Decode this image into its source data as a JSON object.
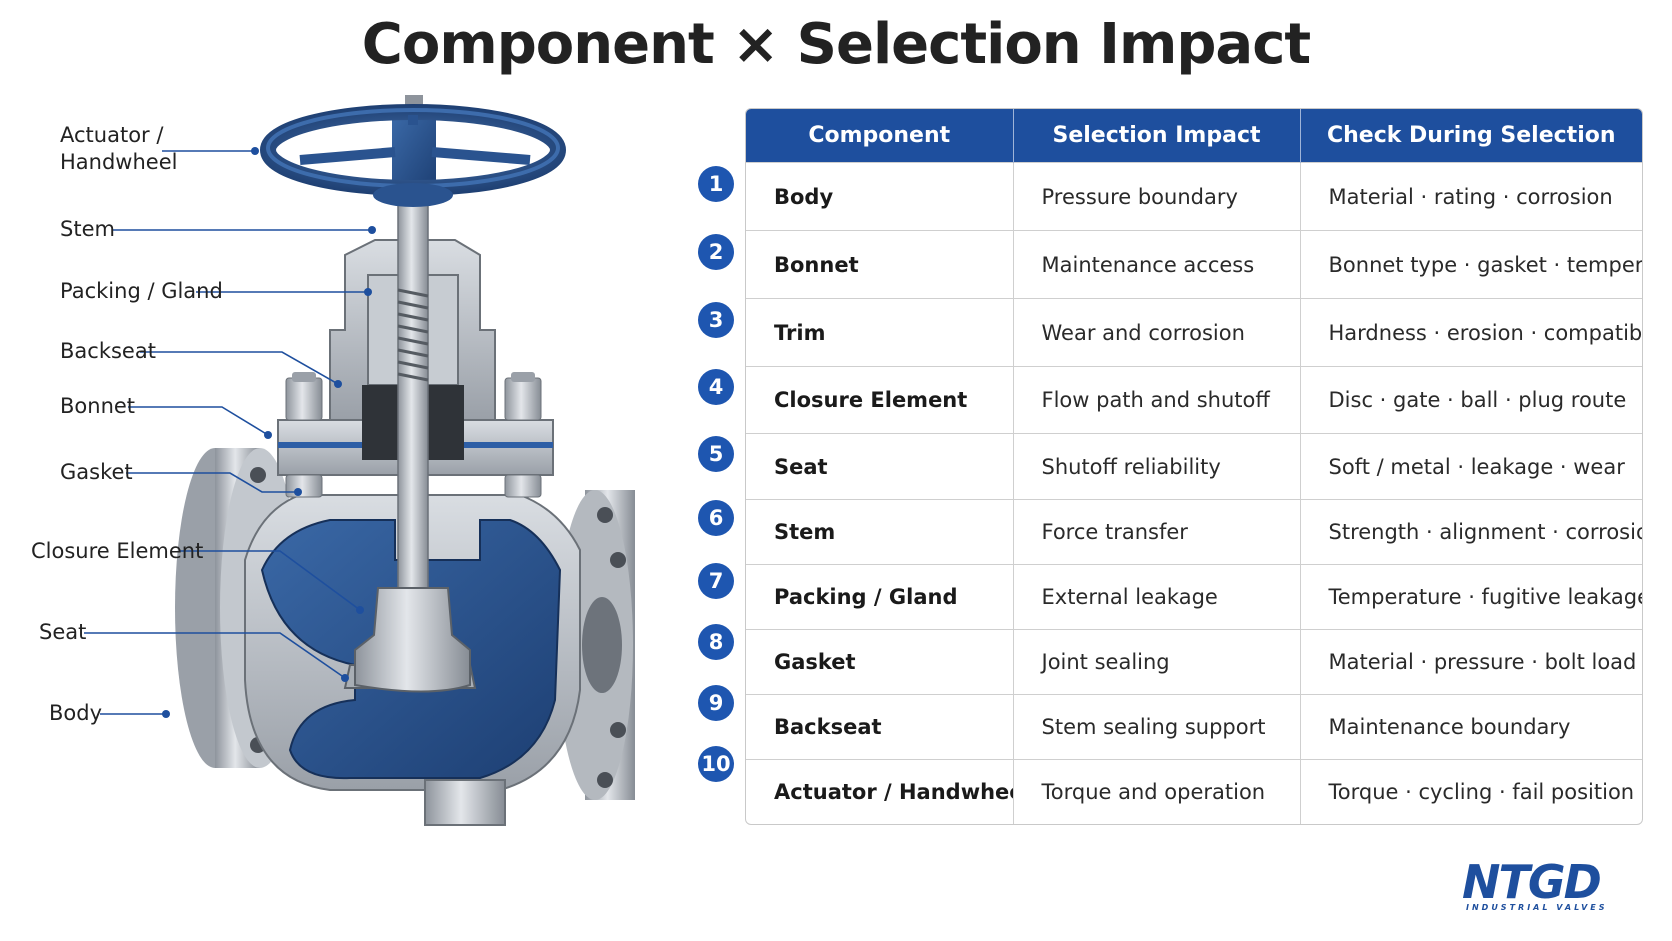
{
  "title": "Component × Selection Impact",
  "callouts": [
    {
      "label": "Actuator /\nHandwheel"
    },
    {
      "label": "Stem"
    },
    {
      "label": "Packing / Gland"
    },
    {
      "label": "Backseat"
    },
    {
      "label": "Bonnet"
    },
    {
      "label": "Gasket"
    },
    {
      "label": "Closure Element"
    },
    {
      "label": "Seat"
    },
    {
      "label": "Body"
    }
  ],
  "table": {
    "headers": [
      "Component",
      "Selection Impact",
      "Check During Selection"
    ],
    "rows": [
      {
        "num": "1",
        "component": "Body",
        "impact": "Pressure boundary",
        "check": "Material · rating · corrosion"
      },
      {
        "num": "2",
        "component": "Bonnet",
        "impact": "Maintenance access",
        "check": "Bonnet type · gasket · temperature"
      },
      {
        "num": "3",
        "component": "Trim",
        "impact": "Wear and corrosion",
        "check": "Hardness · erosion · compatibility"
      },
      {
        "num": "4",
        "component": "Closure Element",
        "impact": "Flow path and shutoff",
        "check": "Disc · gate · ball · plug route"
      },
      {
        "num": "5",
        "component": "Seat",
        "impact": "Shutoff reliability",
        "check": "Soft / metal · leakage · wear"
      },
      {
        "num": "6",
        "component": "Stem",
        "impact": "Force transfer",
        "check": "Strength · alignment · corrosion"
      },
      {
        "num": "7",
        "component": "Packing / Gland",
        "impact": "External leakage",
        "check": "Temperature · fugitive leakage"
      },
      {
        "num": "8",
        "component": "Gasket",
        "impact": "Joint sealing",
        "check": "Material · pressure · bolt load"
      },
      {
        "num": "9",
        "component": "Backseat",
        "impact": "Stem sealing support",
        "check": "Maintenance boundary"
      },
      {
        "num": "10",
        "component": "Actuator / Handwheel",
        "impact": "Torque and operation",
        "check": "Torque · cycling · fail position"
      }
    ]
  },
  "logo": {
    "text": "NTGD",
    "sub": "INDUSTRIAL VALVES"
  },
  "colors": {
    "accent": "#1e4f9e",
    "steel": "#b7bcc3",
    "body_blue": "#2c568f"
  }
}
